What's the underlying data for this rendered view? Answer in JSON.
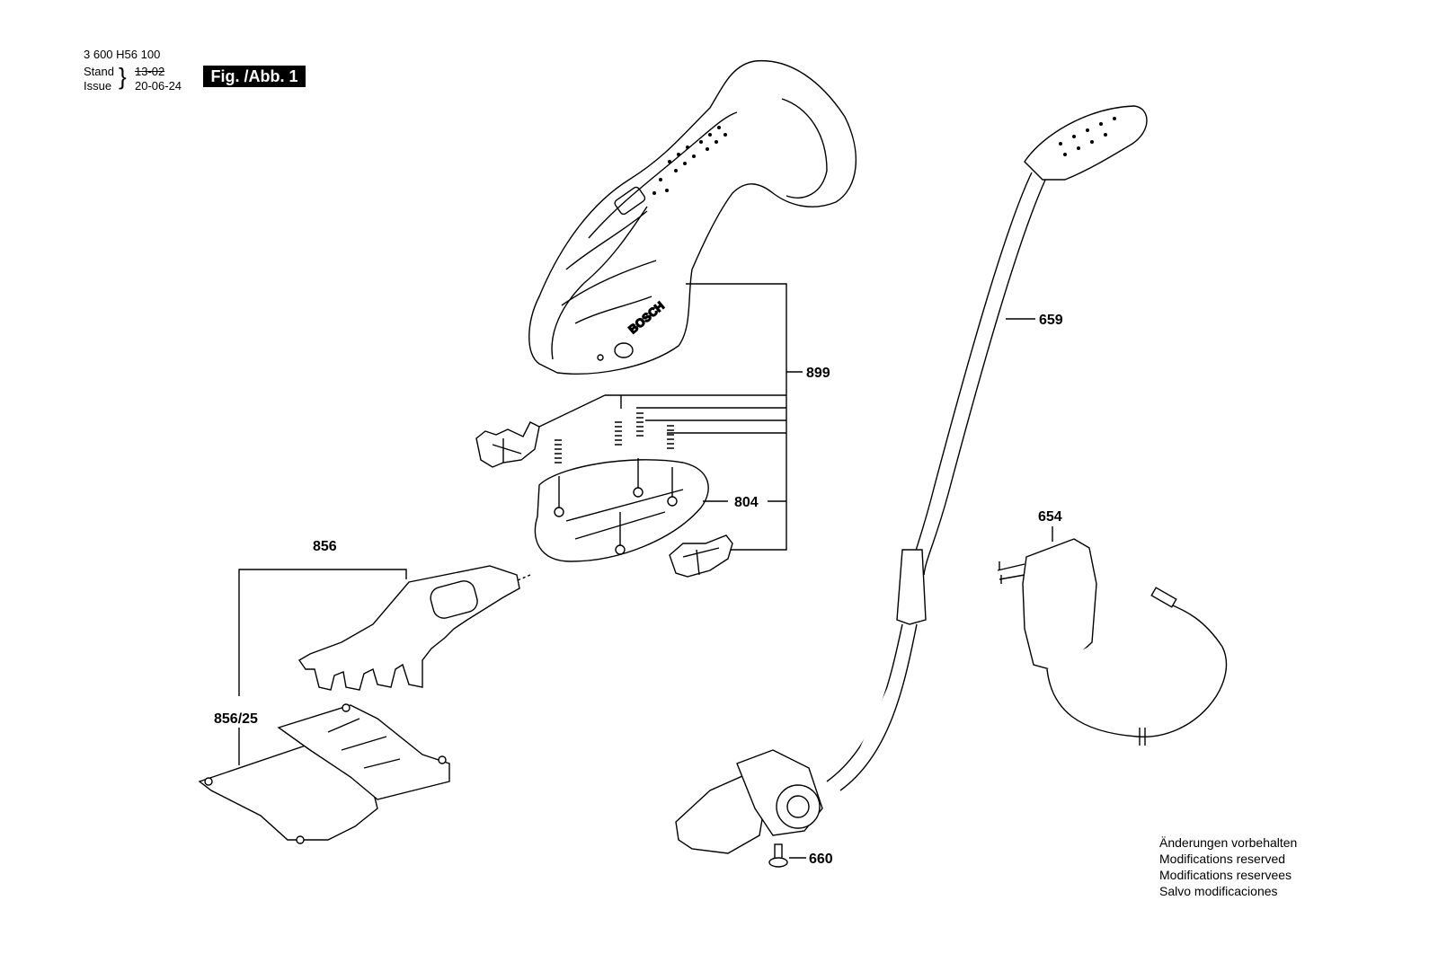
{
  "header": {
    "doc_number": "3 600 H56 100",
    "stand_label": "Stand",
    "issue_label": "Issue",
    "stand_value": "13-02",
    "issue_value": "20-06-24",
    "figure_label": "Fig. /Abb. 1"
  },
  "parts": {
    "p899": "899",
    "p804": "804",
    "p856": "856",
    "p856_25": "856/25",
    "p659": "659",
    "p654": "654",
    "p660": "660",
    "brand": "BOSCH"
  },
  "notes": [
    "Änderungen vorbehalten",
    "Modifications reserved",
    "Modifications reservees",
    "Salvo modificaciones"
  ]
}
